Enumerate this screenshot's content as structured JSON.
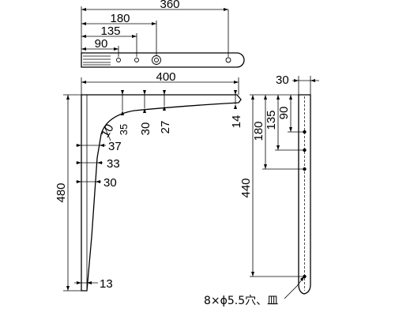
{
  "drawing": {
    "top_view": {
      "dim_360": "360",
      "dim_180": "180",
      "dim_135": "135",
      "dim_90": "90"
    },
    "front_view": {
      "dim_400": "400",
      "dim_35": "35",
      "dim_30_top": "30",
      "dim_27": "27",
      "dim_14": "14",
      "dim_r10": "10",
      "dim_37": "37",
      "dim_33": "33",
      "dim_30_side": "30",
      "dim_480": "480",
      "dim_13": "13"
    },
    "side_view": {
      "dim_30": "30",
      "dim_90": "90",
      "dim_135": "135",
      "dim_180": "180",
      "dim_440": "440"
    },
    "hole_note": "8×ϕ5.5穴、皿"
  }
}
